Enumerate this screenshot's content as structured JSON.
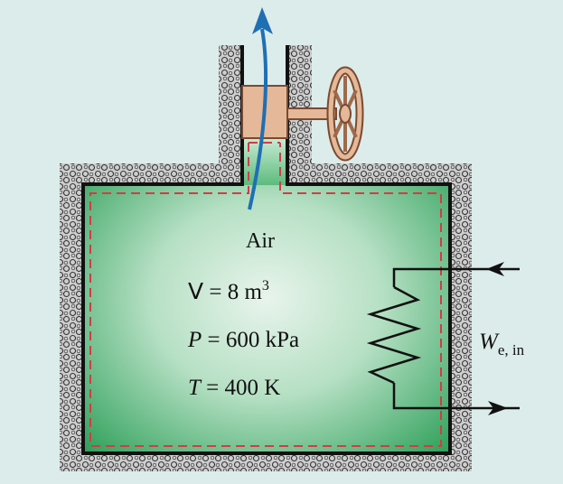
{
  "gas_label": "Air",
  "volume": {
    "symbol": "V",
    "equals_value": " = 8 m",
    "exponent": "3"
  },
  "pressure": {
    "symbol": "P",
    "equals_value": " = 600 kPa"
  },
  "temperature": {
    "symbol": "T",
    "equals_value": " = 400 K"
  },
  "work_label": {
    "symbol": "W",
    "subscript": "e, in"
  },
  "colors": {
    "background": "#dcecea",
    "insulation": "#b4b4b4",
    "gas_green": "#2fa05a",
    "boundary_dash": "#d23c46",
    "flow_arrow": "#1f6fb4",
    "valve": "#e4b898"
  },
  "icons": [
    "valve-handwheel-icon",
    "resistor-heater-icon",
    "flow-arrow-icon"
  ]
}
